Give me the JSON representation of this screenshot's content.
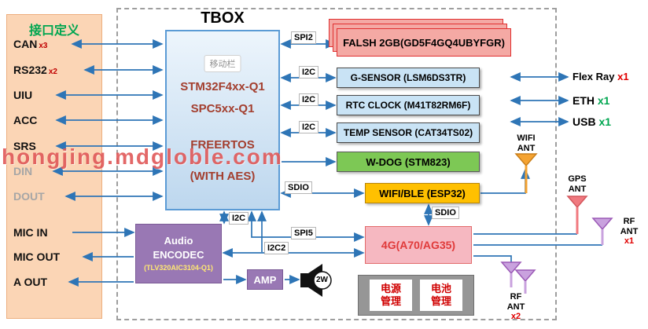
{
  "watermark": "hongjing.mdgloble.com",
  "left_panel": {
    "title": "接口定义",
    "items": [
      {
        "label": "CAN",
        "count": "x3"
      },
      {
        "label": "RS232",
        "count": "x2"
      },
      {
        "label": "UIU"
      },
      {
        "label": "ACC"
      },
      {
        "label": "SRS"
      },
      {
        "label": "DIN"
      },
      {
        "label": "DOUT"
      },
      {
        "label": "MIC IN"
      },
      {
        "label": "MIC OUT"
      },
      {
        "label": "A OUT"
      }
    ]
  },
  "tbox": {
    "title": "TBOX",
    "mcu": {
      "tag": "移动栏",
      "line1": "STM32F4xx-Q1",
      "line2": "SPC5xx-Q1",
      "line3": "FREERTOS",
      "line4": "(WITH AES)"
    },
    "flash": "FALSH 2GB(GD5F4GQ4UBYFGR)",
    "gsensor": "G-SENSOR (LSM6DS3TR)",
    "rtc": "RTC CLOCK (M41T82RM6F)",
    "temp": "TEMP SENSOR (CAT34TS02)",
    "wdog": "W-DOG (STM823)",
    "wifi": "WIFI/BLE (ESP32)",
    "modem": "4G(A70/AG35)",
    "power": "电源\n管理",
    "battery": "电池\n管理",
    "audio": {
      "line1": "Audio",
      "line2": "ENCODEC",
      "line3": "(TLV320AIC3104-Q1)"
    },
    "amp": "AMP",
    "speaker_power": "2W",
    "buses": {
      "spi2": "SPI2",
      "i2c_gsensor": "I2C",
      "i2c_rtc": "I2C",
      "i2c_temp": "I2C",
      "sdio_wifi": "SDIO",
      "sdio_4g": "SDIO",
      "i2c_audio": "I2C",
      "spi5": "SPI5",
      "i2c2": "I2C2"
    }
  },
  "external": {
    "flexray": {
      "label": "Flex Ray",
      "count": "x1"
    },
    "eth": {
      "label": "ETH",
      "count": "x1"
    },
    "usb": {
      "label": "USB",
      "count": "x1"
    },
    "wifi_ant": {
      "line1": "WIFI",
      "line2": "ANT"
    },
    "gps_ant": {
      "line1": "GPS",
      "line2": "ANT"
    },
    "rf_ant1": {
      "line1": "RF",
      "line2": "ANT",
      "count": "x1"
    },
    "rf_ant2": {
      "line1": "RF",
      "line2": "ANT",
      "count": "x2"
    }
  },
  "colors": {
    "arrow_blue": "#2E75B6",
    "panel_bg": "#FBD5B5",
    "panel_title_green": "#00A650",
    "mcu_text": "#A33E2E",
    "flash_bg": "#F4A9A4",
    "sensor_bg": "#C9E3F5",
    "wdog_bg": "#7DC855",
    "wifi_bg": "#FFC000",
    "modem_bg": "#F6B8C1",
    "audio_bg": "#9978B4",
    "watermark_red": "#E05858",
    "count_red": "#E00000",
    "count_green": "#00A650"
  }
}
